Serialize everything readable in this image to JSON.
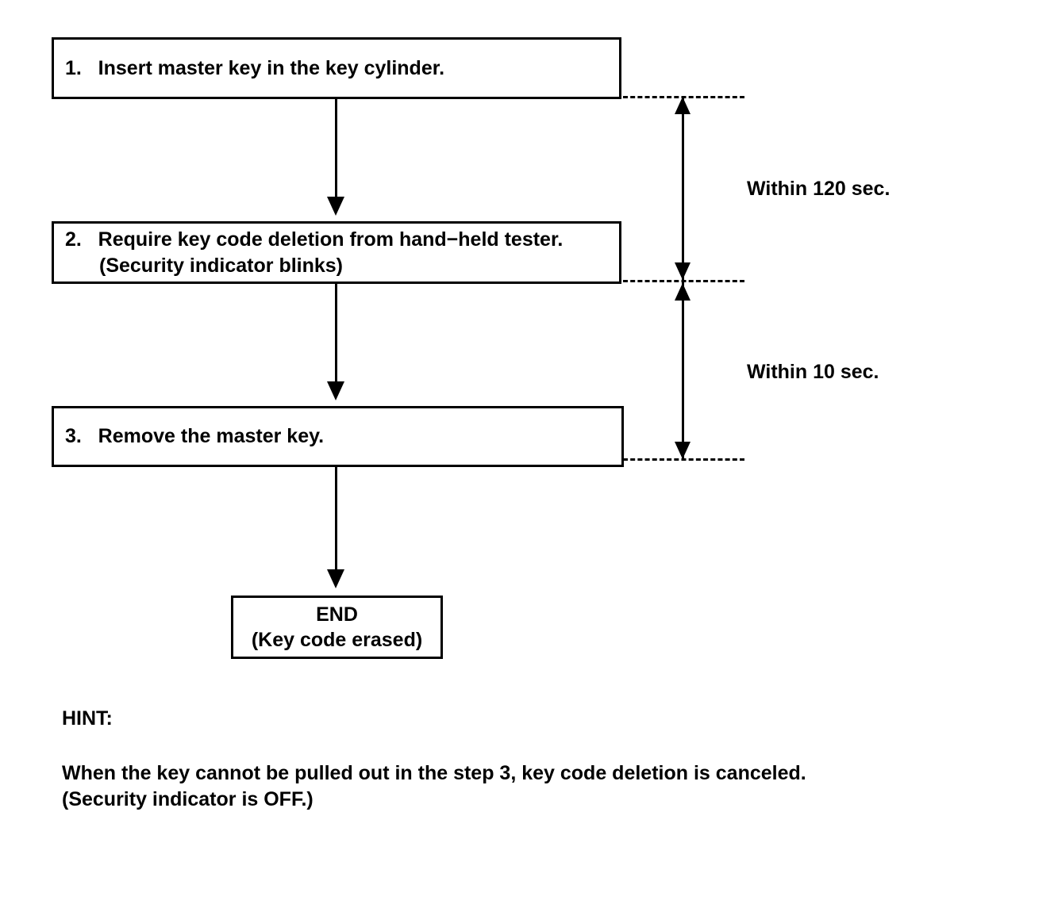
{
  "diagram": {
    "title": "Key code deletion procedure flowchart",
    "line_color": "#000000",
    "background_color": "#ffffff",
    "steps": [
      {
        "number": "1.",
        "line1": "1.   Insert master key in the key cylinder.",
        "line2": ""
      },
      {
        "number": "2.",
        "line1": "2.   Require key code deletion from hand−held tester.",
        "line2": "(Security indicator blinks)"
      },
      {
        "number": "3.",
        "line1": "3.   Remove the master key.",
        "line2": ""
      }
    ],
    "end_box": {
      "line1": "END",
      "line2": "(Key code erased)"
    },
    "timings": [
      {
        "label": "Within 120 sec.",
        "from_step": "1",
        "to_step": "2"
      },
      {
        "label": "Within 10 sec.",
        "from_step": "2",
        "to_step": "3"
      }
    ],
    "hint": {
      "title": "HINT:",
      "line1": "When the key cannot be pulled out in the step 3, key code deletion is canceled.",
      "line2": "(Security indicator is OFF.)"
    }
  }
}
